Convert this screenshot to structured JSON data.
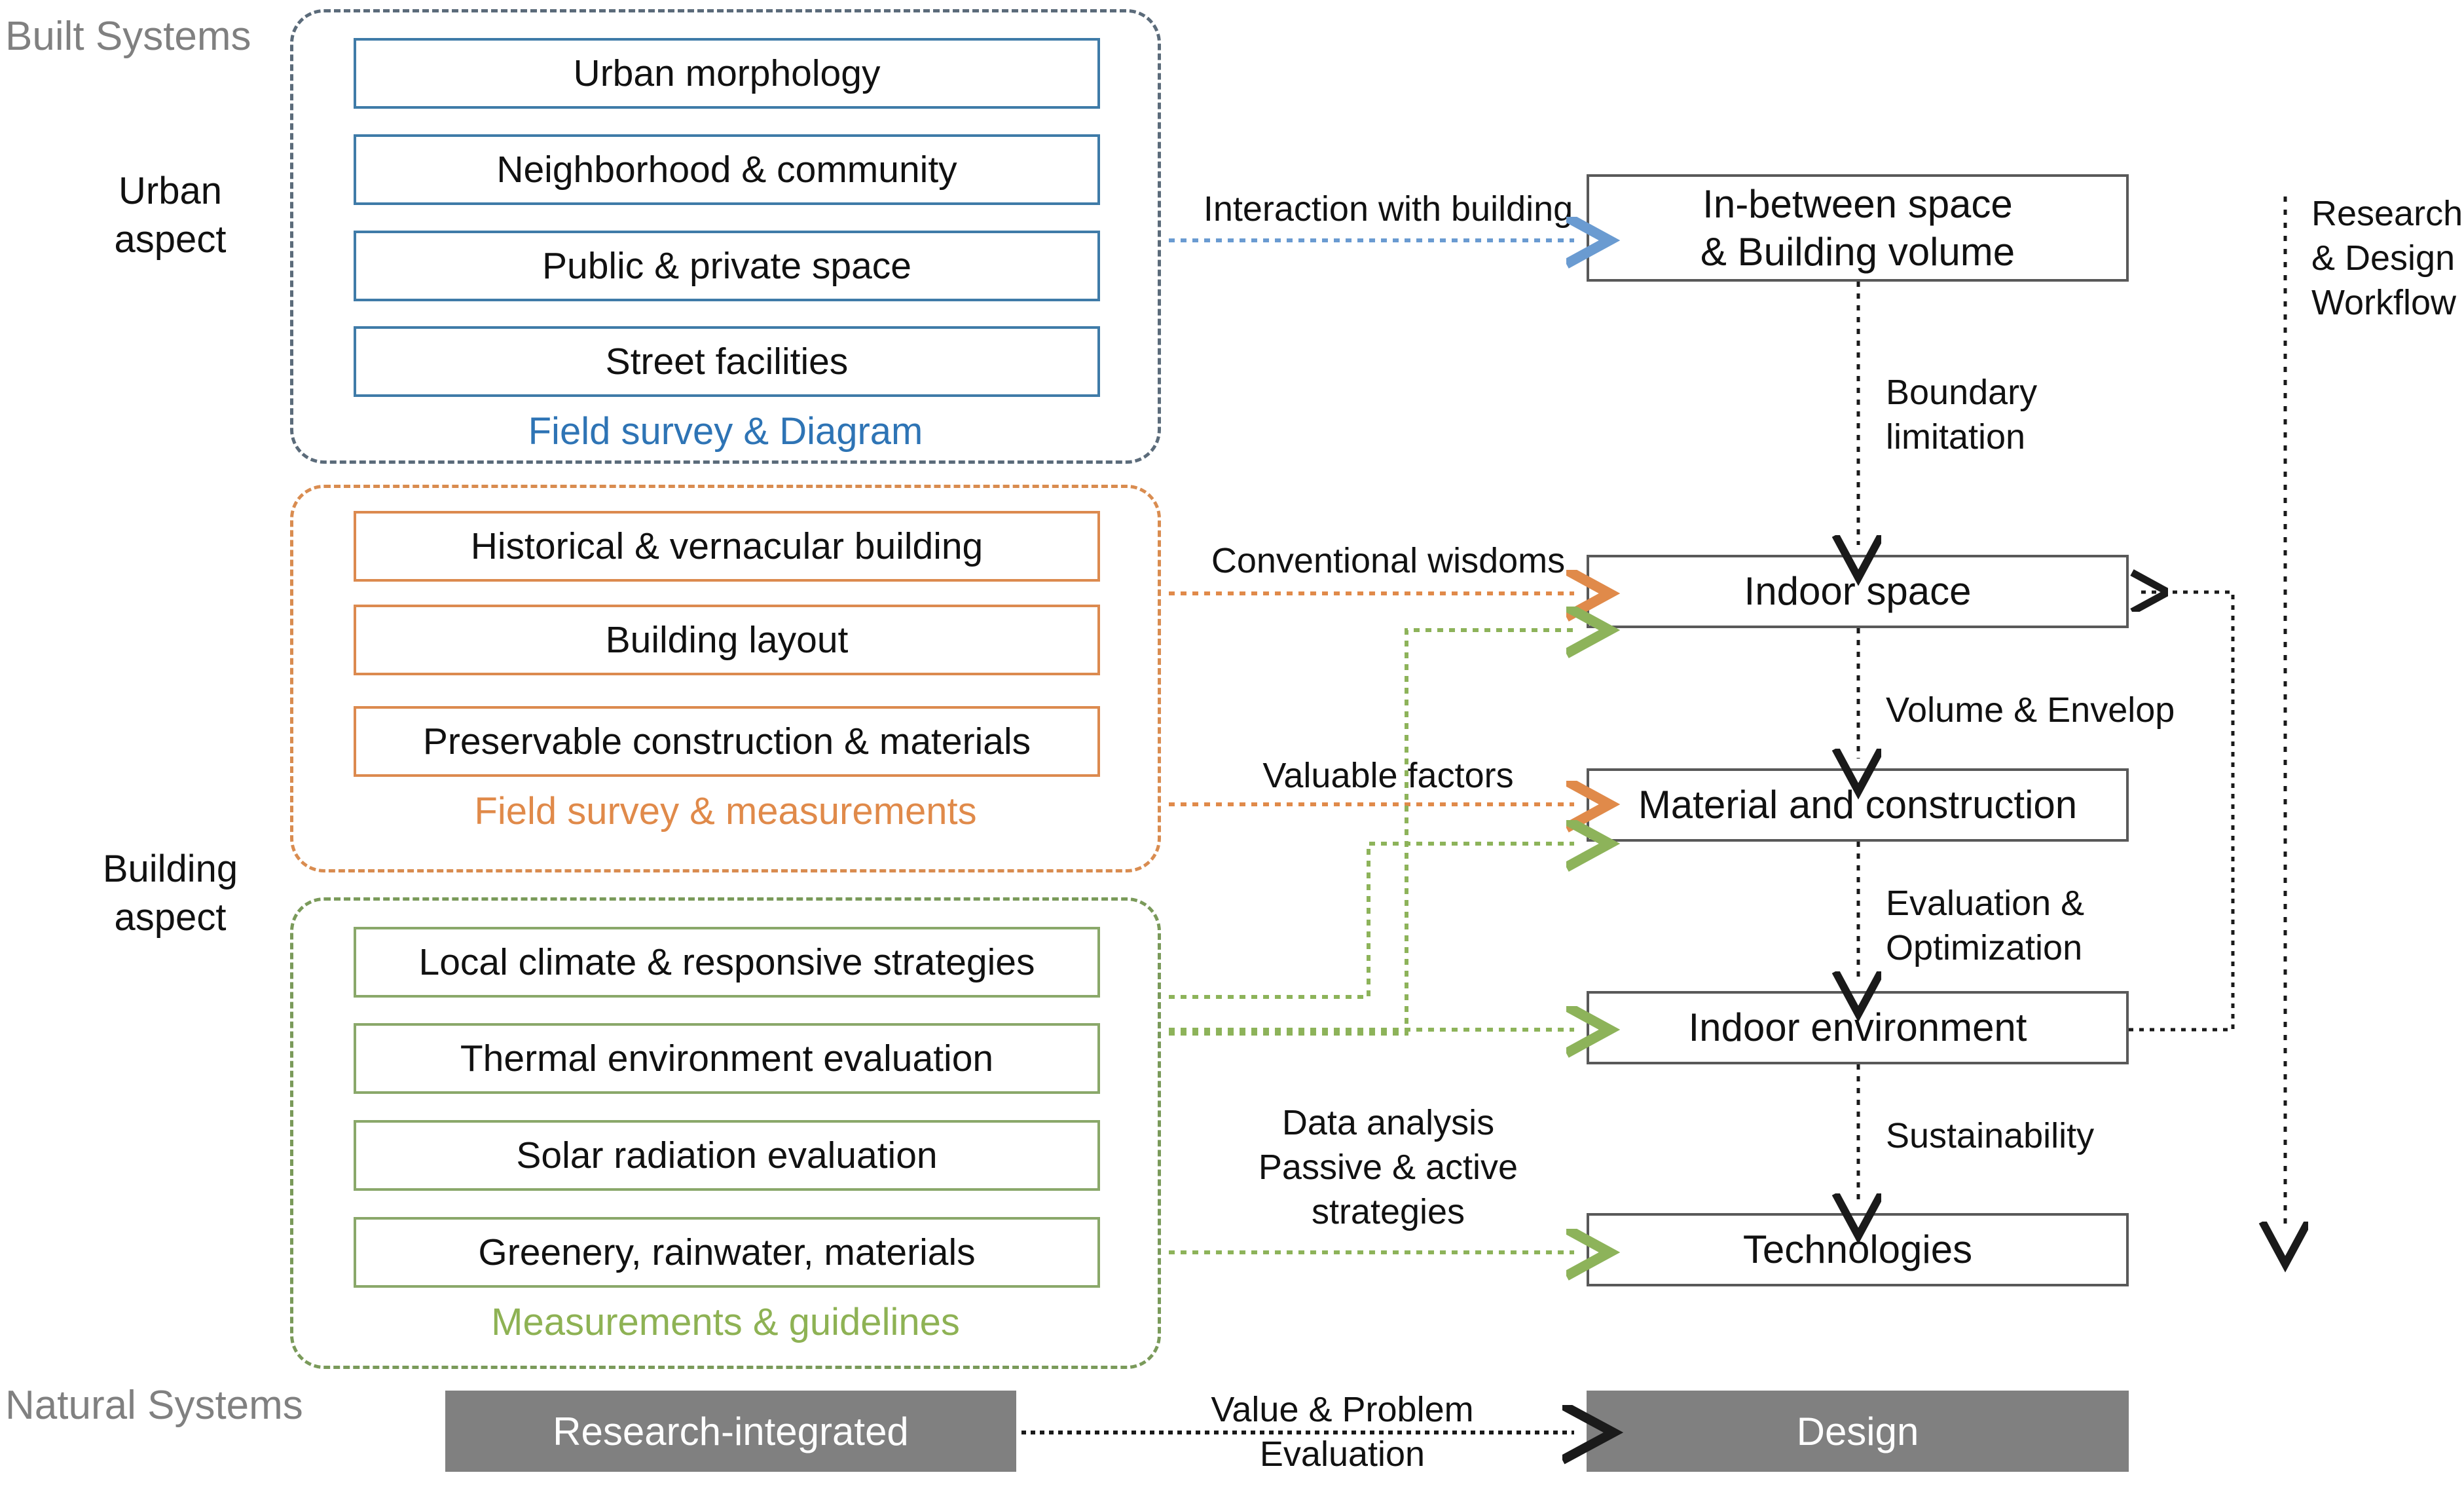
{
  "groups": {
    "built_systems": "Built Systems",
    "natural_systems": "Natural Systems",
    "urban_aspect": "Urban\naspect",
    "building_aspect": "Building\naspect"
  },
  "panels": [
    {
      "id": "urban",
      "color": "#5b6b7a",
      "accent": "#3f7ba8",
      "method_label": "Field survey & Diagram",
      "items": [
        "Urban morphology",
        "Neighborhood & community",
        "Public & private space",
        "Street facilities"
      ]
    },
    {
      "id": "building-physical",
      "color": "#d98c50",
      "accent": "#dc8a4f",
      "method_label": "Field survey & measurements",
      "items": [
        "Historical & vernacular building",
        "Building layout",
        "Preservable construction & materials"
      ]
    },
    {
      "id": "environment",
      "color": "#7a9a5a",
      "accent": "#8aa86a",
      "method_label": "Measurements & guidelines",
      "items": [
        "Local climate & responsive strategies",
        "Thermal environment evaluation",
        "Solar radiation evaluation",
        "Greenery, rainwater, materials"
      ]
    }
  ],
  "process_boxes": [
    "In-between space\n& Building volume",
    "Indoor space",
    "Material and construction",
    "Indoor environment",
    "Technologies"
  ],
  "bottom_boxes": {
    "left": "Research-integrated",
    "right": "Design"
  },
  "edge_labels": {
    "interaction": "Interaction with building",
    "conventional": "Conventional wisdoms",
    "valuable": "Valuable factors",
    "data_analysis": "Data analysis\nPassive & active strategies",
    "boundary": "Boundary\nlimitation",
    "volume_envelop": "Volume & Envelop",
    "evaluation_opt": "Evaluation &\nOptimization",
    "sustainability": "Sustainability",
    "workflow": "Research\n& Design\nWorkflow",
    "value_problem": "Value & Problem\nEvaluation"
  },
  "colors": {
    "blue": "#3f7ba8",
    "orange": "#dc8a4f",
    "green": "#8aa86a",
    "gray_box": "#808080",
    "box_border": "#595959",
    "group_text": "#808080"
  }
}
